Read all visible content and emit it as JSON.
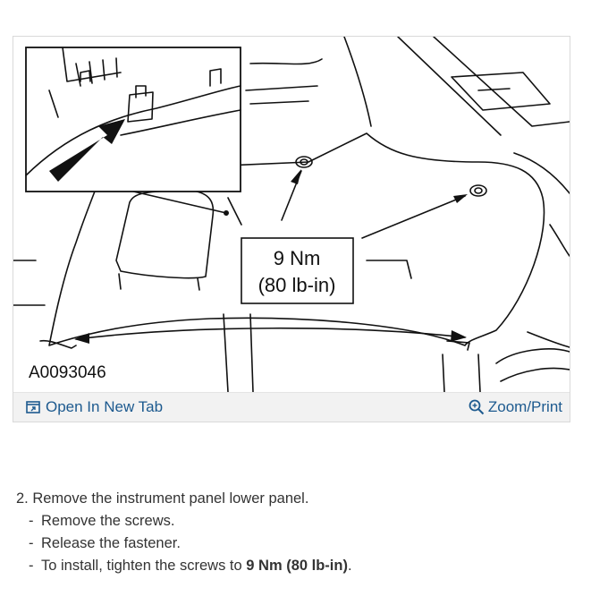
{
  "figure": {
    "id": "A0093046",
    "torque_value": "9 Nm",
    "torque_imperial": "(80 lb-in)"
  },
  "toolbar": {
    "open_label": "Open In New Tab",
    "zoom_label": "Zoom/Print",
    "open_icon": "open-new-tab-icon",
    "zoom_icon": "magnifier-icon",
    "link_color": "#1d5a8f"
  },
  "instructions": {
    "step_text": "2. Remove the instrument panel lower panel.",
    "substeps": [
      "Remove the screws.",
      "Release the fastener.",
      "To install, tighten the screws to "
    ],
    "torque_bold": "9 Nm (80 lb-in)",
    "torque_tail": ".",
    "bullet": "-"
  }
}
